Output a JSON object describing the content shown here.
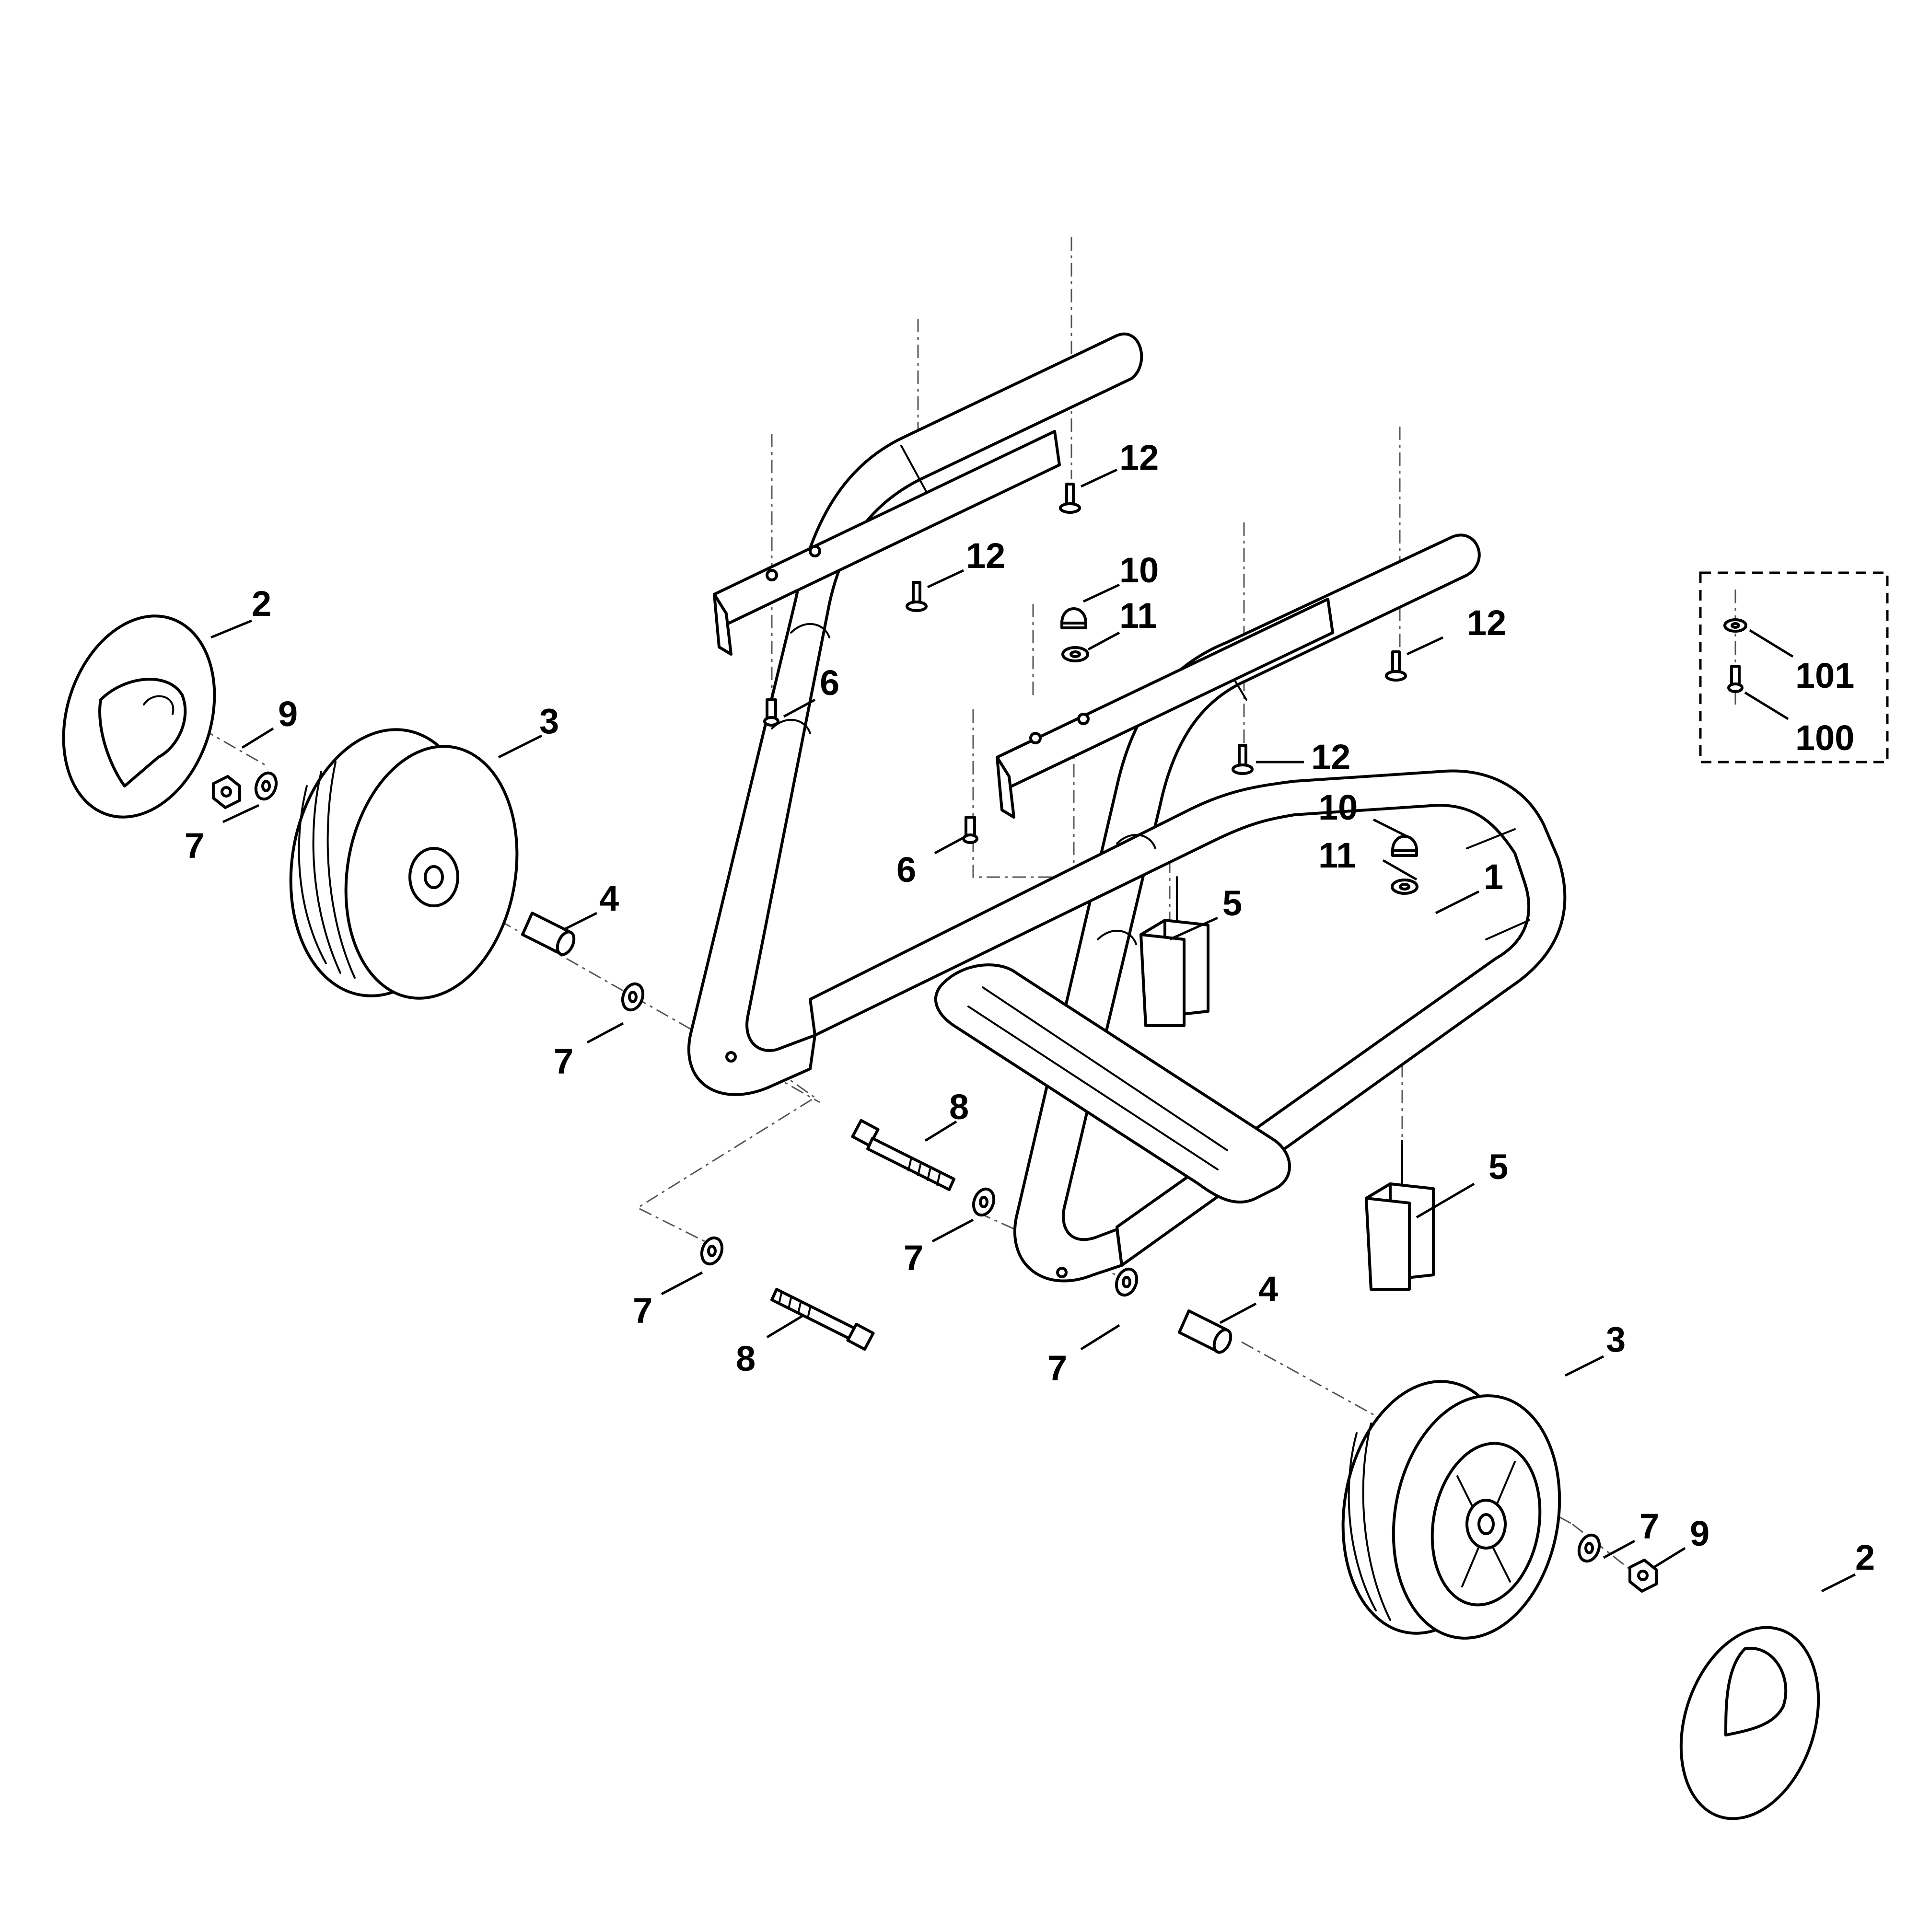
{
  "callouts": [
    {
      "id": "c1",
      "text": "1"
    },
    {
      "id": "c2a",
      "text": "2"
    },
    {
      "id": "c2b",
      "text": "2"
    },
    {
      "id": "c3a",
      "text": "3"
    },
    {
      "id": "c3b",
      "text": "3"
    },
    {
      "id": "c4a",
      "text": "4"
    },
    {
      "id": "c4b",
      "text": "4"
    },
    {
      "id": "c5a",
      "text": "5"
    },
    {
      "id": "c5b",
      "text": "5"
    },
    {
      "id": "c6a",
      "text": "6"
    },
    {
      "id": "c6b",
      "text": "6"
    },
    {
      "id": "c7a",
      "text": "7"
    },
    {
      "id": "c7b",
      "text": "7"
    },
    {
      "id": "c7c",
      "text": "7"
    },
    {
      "id": "c7d",
      "text": "7"
    },
    {
      "id": "c7e",
      "text": "7"
    },
    {
      "id": "c7f",
      "text": "7"
    },
    {
      "id": "c8a",
      "text": "8"
    },
    {
      "id": "c8b",
      "text": "8"
    },
    {
      "id": "c9a",
      "text": "9"
    },
    {
      "id": "c9b",
      "text": "9"
    },
    {
      "id": "c10a",
      "text": "10"
    },
    {
      "id": "c10b",
      "text": "10"
    },
    {
      "id": "c11a",
      "text": "11"
    },
    {
      "id": "c11b",
      "text": "11"
    },
    {
      "id": "c12a",
      "text": "12"
    },
    {
      "id": "c12b",
      "text": "12"
    },
    {
      "id": "c12c",
      "text": "12"
    },
    {
      "id": "c12d",
      "text": "12"
    },
    {
      "id": "c100",
      "text": "100"
    },
    {
      "id": "c101",
      "text": "101"
    }
  ],
  "colors": {
    "line": "#000000",
    "background": "#ffffff",
    "dash": "#555555"
  }
}
